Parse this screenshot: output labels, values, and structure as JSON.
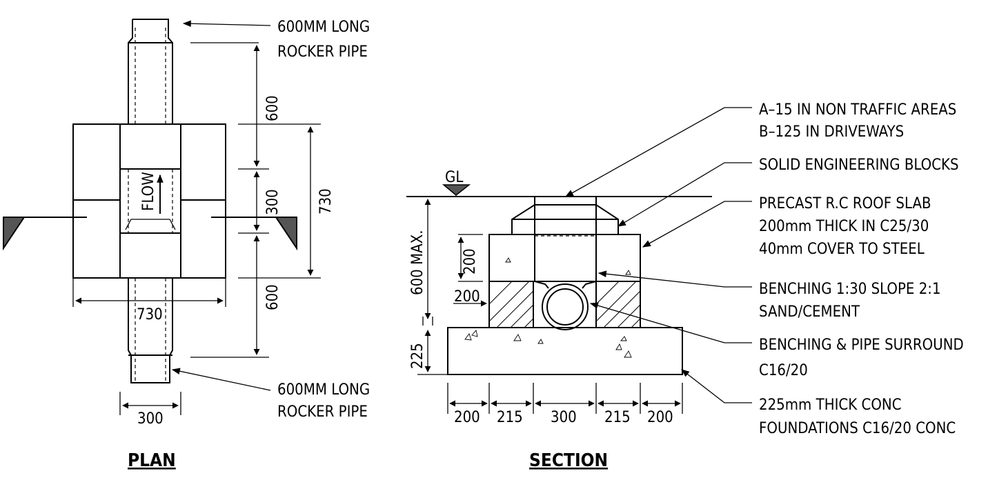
{
  "plan": {
    "title": "PLAN",
    "rocker_pipe_top": [
      "600MM LONG",
      "ROCKER PIPE"
    ],
    "rocker_pipe_bottom": [
      "600MM LONG",
      "ROCKER PIPE"
    ],
    "flow_label": "FLOW",
    "dims": {
      "pipe_upper": "600",
      "chamber_mid": "300",
      "chamber_overall_v": "730",
      "pipe_lower": "600",
      "chamber_overall_h": "730",
      "pipe_width": "300"
    }
  },
  "section": {
    "title": "SECTION",
    "gl_label": "GL",
    "depth_label": "600 MAX.",
    "dims_left": {
      "slab": "200",
      "bench": "200",
      "foundation": "225"
    },
    "dims_bottom": [
      "200",
      "215",
      "300",
      "215",
      "200"
    ],
    "callouts": [
      {
        "lines": [
          "A–15 IN NON TRAFFIC AREAS",
          "B–125 IN DRIVEWAYS"
        ]
      },
      {
        "lines": [
          "SOLID ENGINEERING BLOCKS"
        ]
      },
      {
        "lines": [
          "PRECAST R.C ROOF SLAB",
          "200mm THICK IN C25/30",
          "40mm COVER TO STEEL"
        ]
      },
      {
        "lines": [
          "BENCHING 1:30 SLOPE 2:1",
          "SAND/CEMENT"
        ]
      },
      {
        "lines": [
          "BENCHING & PIPE SURROUND",
          "C16/20"
        ]
      },
      {
        "lines": [
          "225mm THICK CONC",
          "FOUNDATIONS C16/20 CONC"
        ]
      }
    ]
  }
}
